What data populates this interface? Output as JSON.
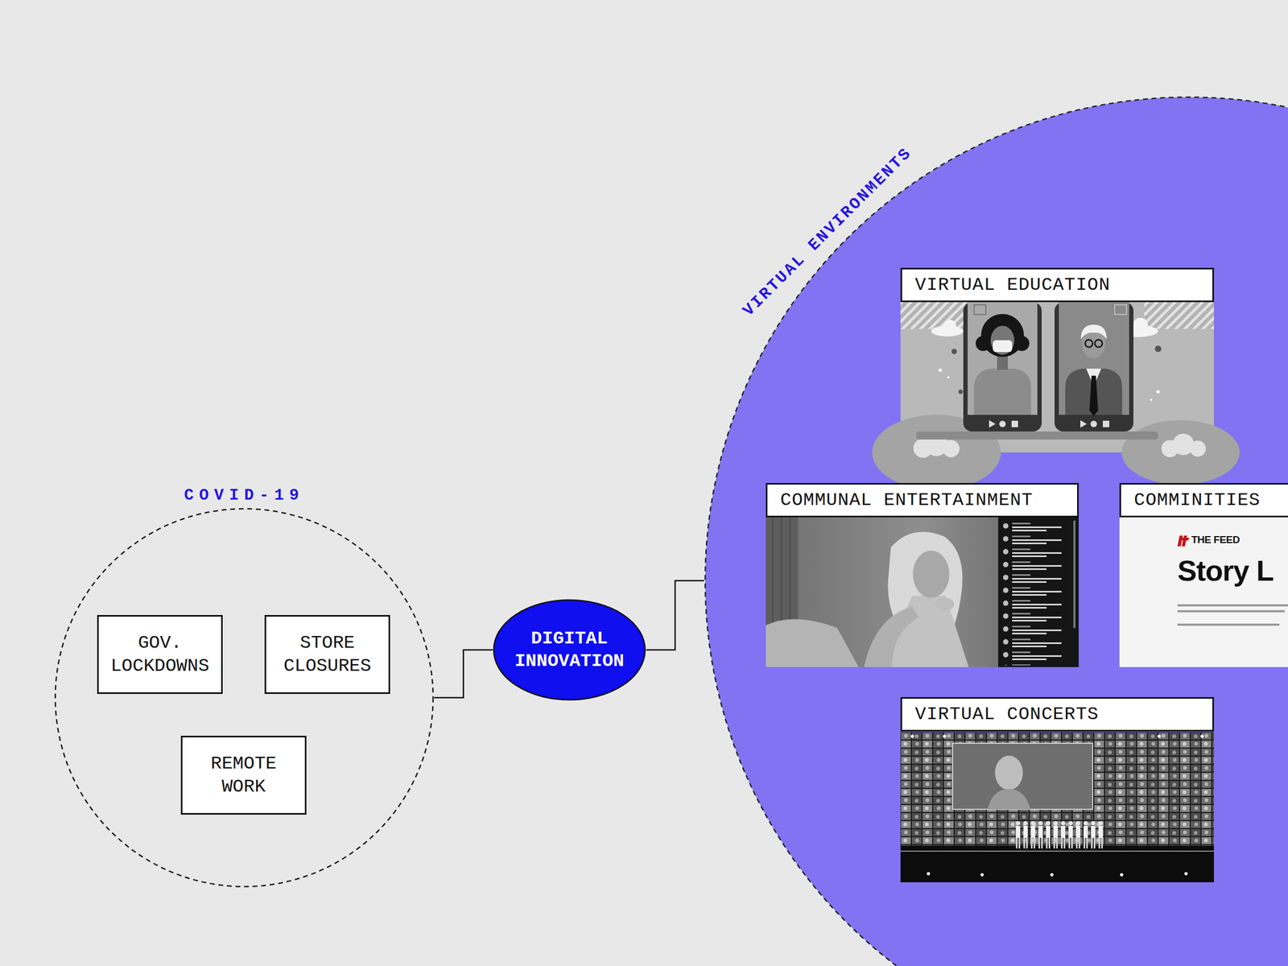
{
  "diagram": {
    "nodes": [
      {
        "text": [
          "COVID-19"
        ]
      },
      {
        "text": [
          "GOV. LOCKDOWNS"
        ],
        "in": 0
      },
      {
        "text": [
          "STORE CLOSURES"
        ],
        "in": 0
      },
      {
        "text": [
          "REMOTE WORK"
        ],
        "in": 0
      },
      {
        "text": [
          "DIGITAL INNOVATION"
        ]
      },
      {
        "text": [
          "VIRTUAL ENVIRONMENTS"
        ]
      },
      {
        "text": [
          "VIRTUAL EDUCATION"
        ],
        "in": 5
      },
      {
        "text": [
          "COMMUNAL ENTERTAINMENT"
        ],
        "in": 5
      },
      {
        "text": [
          "COMMINITIES"
        ],
        "in": 5
      },
      {
        "text": [
          "VIRTUAL CONCERTS"
        ],
        "in": 5
      }
    ],
    "edges": [
      {
        "from": 0,
        "to": 4,
        "arrow": "none"
      },
      {
        "from": 4,
        "to": 5,
        "arrow": "none"
      }
    ],
    "labels": [
      "THE FEED",
      "Story L"
    ]
  }
}
